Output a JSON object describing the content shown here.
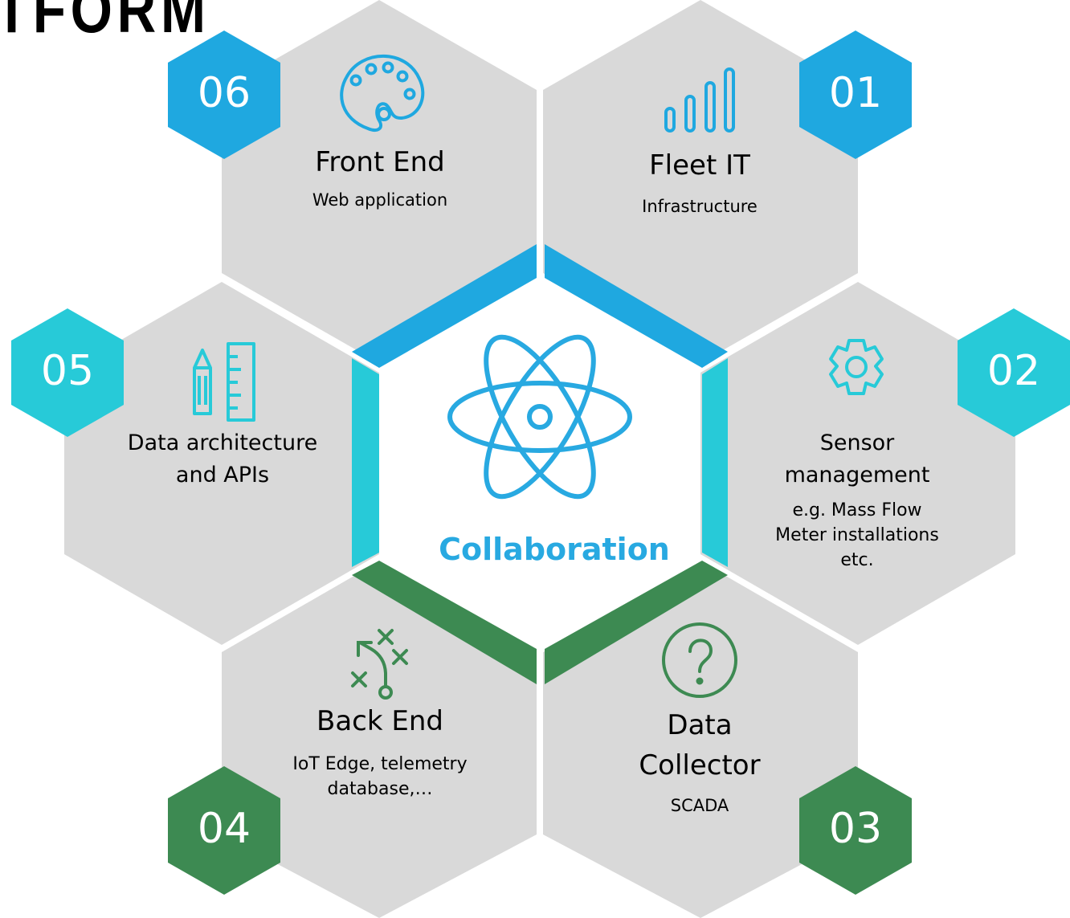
{
  "header": {
    "partial_title": "TFORM"
  },
  "center": {
    "label": "Collaboration",
    "color": "#28a9e1"
  },
  "colors": {
    "hex_fill": "#d9d9d9",
    "blue": "#1fa8e0",
    "teal": "#27cad8",
    "green": "#3d8a52"
  },
  "segments": [
    {
      "number": "01",
      "title": "Fleet IT",
      "subtitle_lines": [
        "Infrastructure"
      ],
      "icon": "bar-chart-icon",
      "color": "#1fa8e0"
    },
    {
      "number": "02",
      "title_lines": [
        "Sensor",
        "management"
      ],
      "subtitle_lines": [
        "e.g. Mass Flow",
        "Meter installations",
        "etc."
      ],
      "icon": "gear-icon",
      "color": "#27cad8"
    },
    {
      "number": "03",
      "title_lines": [
        "Data",
        "Collector"
      ],
      "subtitle_lines": [
        "SCADA"
      ],
      "icon": "question-circle-icon",
      "color": "#3d8a52"
    },
    {
      "number": "04",
      "title": "Back End",
      "subtitle_lines": [
        "IoT Edge, telemetry",
        "database,…"
      ],
      "icon": "strategy-icon",
      "color": "#3d8a52"
    },
    {
      "number": "05",
      "title_lines": [
        "Data architecture",
        "and APIs"
      ],
      "icon": "pencil-ruler-icon",
      "color": "#27cad8"
    },
    {
      "number": "06",
      "title": "Front End",
      "subtitle_lines": [
        "Web application"
      ],
      "icon": "palette-icon",
      "color": "#1fa8e0"
    }
  ]
}
